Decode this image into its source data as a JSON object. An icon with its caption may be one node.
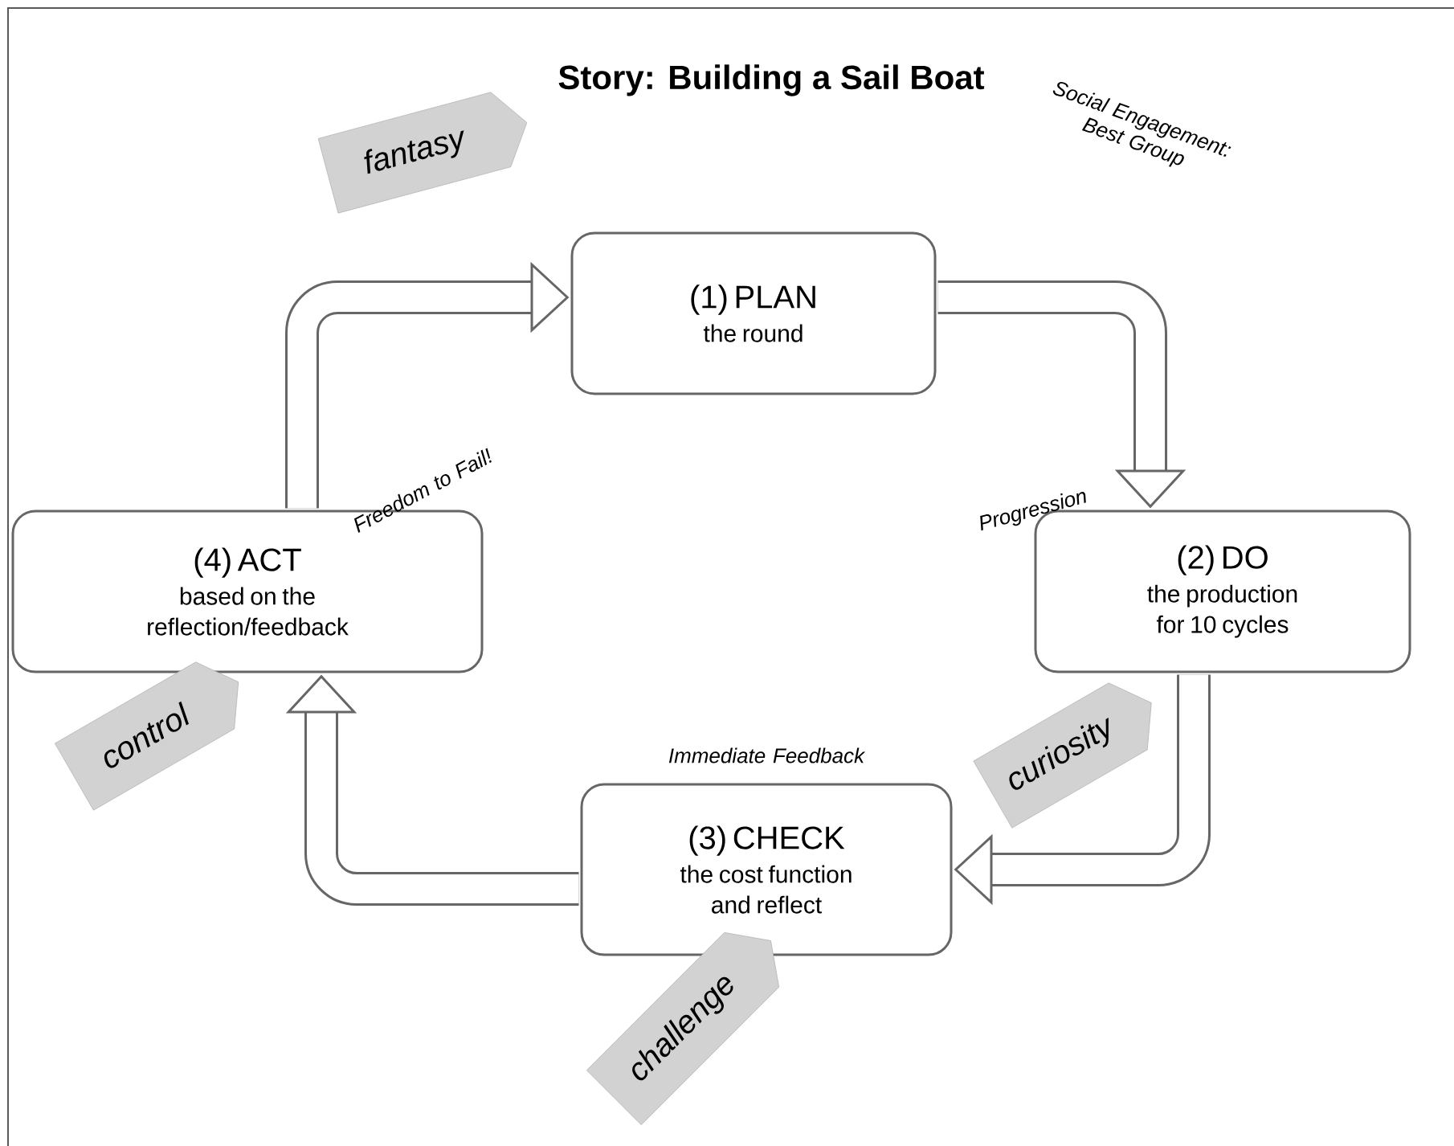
{
  "diagram": {
    "title": "Story: Building a Sail Boat",
    "nodes": [
      {
        "text": [
          "fantasy"
        ]
      },
      {
        "text": [
          "(1) PLAN",
          "the round"
        ]
      },
      {
        "text": [
          "(4) ACT",
          "based on the reflection/feedback"
        ]
      },
      {
        "text": [
          "(2) DO",
          "the production for 10 cycles"
        ]
      },
      {
        "text": [
          "control"
        ]
      },
      {
        "text": [
          "curiosity"
        ]
      },
      {
        "text": [
          "(3) CHECK",
          "the cost function and reflect"
        ]
      },
      {
        "text": [
          "challenge"
        ]
      }
    ],
    "edges": [
      {
        "from": 2,
        "to": 1,
        "arrow": "to"
      },
      {
        "from": 1,
        "to": 3,
        "arrow": "to"
      },
      {
        "from": 3,
        "to": 6,
        "arrow": "to"
      },
      {
        "from": 6,
        "to": 2,
        "arrow": "to"
      }
    ],
    "labels": [
      "Social Engagement: Best Group",
      "Freedom to Fail!",
      "Progression",
      "Immediate Feedback"
    ]
  }
}
